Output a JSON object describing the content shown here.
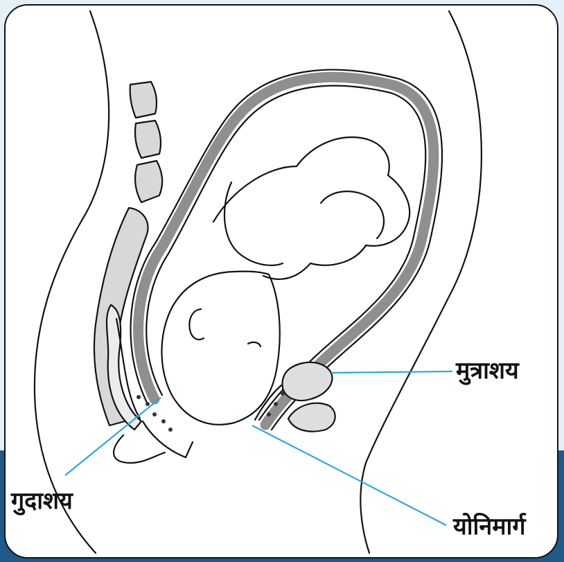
{
  "labels": {
    "bladder": "मुत्राशय",
    "rectum": "गुदाशय",
    "vagina": "योनिमार्ग"
  },
  "colors": {
    "leader_line": "#29a8df",
    "outline": "#111111",
    "uterine_wall": "#8f8f8f",
    "bone": "#d4d4d4",
    "background": "#e3f0f8",
    "band": "#1f5a8a"
  }
}
